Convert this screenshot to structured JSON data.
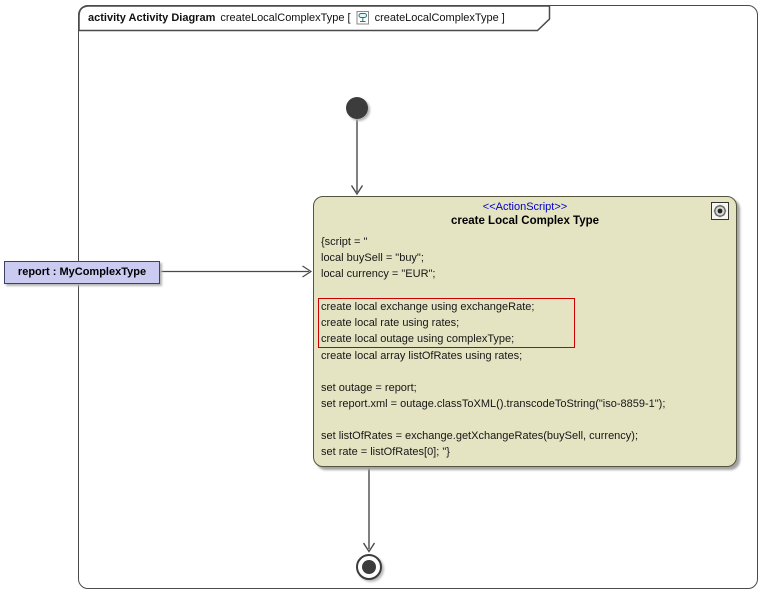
{
  "frame": {
    "title_bold": "activity Activity Diagram",
    "title_name": "createLocalComplexType [",
    "title_ref": "createLocalComplexType ]"
  },
  "action_node": {
    "stereotype": "<<ActionScript>>",
    "name": "create Local Complex Type",
    "script_before": [
      "{script = \"",
      "local buySell = \"buy\";",
      "local currency = \"EUR\";",
      ""
    ],
    "script_highlight": [
      "create local exchange using exchangeRate;",
      "create local rate using rates;",
      "create local outage using complexType;"
    ],
    "script_after": [
      "create local array listOfRates using rates;",
      "",
      "set outage = report;",
      "set report.xml = outage.classToXML().transcodeToString(\"iso-8859-1\");",
      "",
      "set listOfRates = exchange.getXchangeRates(buySell, currency);",
      "set rate = listOfRates[0]; \"}"
    ]
  },
  "object_node": {
    "label": "report : MyComplexType"
  },
  "icons": {
    "title_icon": "activity-diagram-icon",
    "corner_icon": "behavior-gear-icon"
  },
  "colors": {
    "stereotype_text": "#0000CC",
    "highlight_border": "#CC0000",
    "action_fill": "#E4E4C3",
    "object_fill": "#CBCBF2",
    "node_dark": "#3C3C3C",
    "edge": "#4A4A4A"
  }
}
